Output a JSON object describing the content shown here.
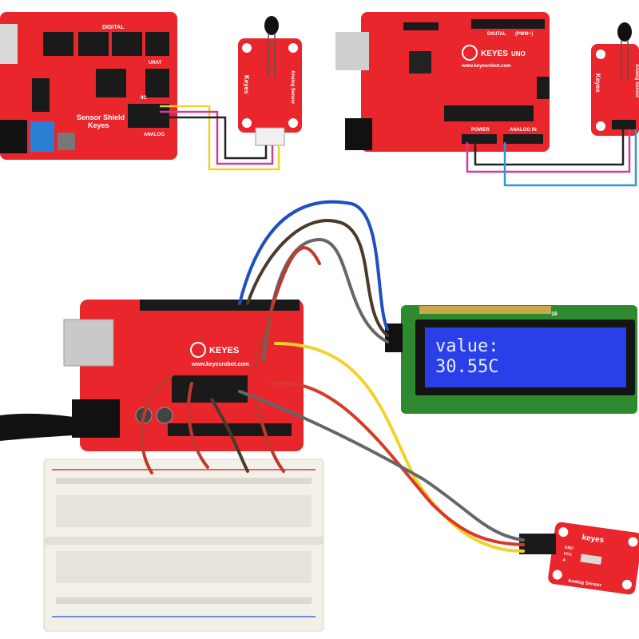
{
  "top_left": {
    "shield_title": "Sensor Shield",
    "shield_brand": "Keyes",
    "digital_label": "DIGITAL",
    "analog_label": "ANALOG",
    "urat_label": "URAT",
    "iic_label": "IIC",
    "sensor_brand": "Keyes",
    "sensor_name": "Analog Sensor"
  },
  "top_right": {
    "board_brand": "KEYES",
    "board_model": "UNO",
    "board_url": "www.keyesrobot.com",
    "digital_label": "DIGITAL",
    "pwm_label": "(PWM~)",
    "power_label": "POWER",
    "analog_in_label": "ANALOG IN",
    "sensor_brand": "Keyes",
    "sensor_name": "Analog Sensor"
  },
  "photo": {
    "board_brand": "KEYES",
    "board_url": "www.keyesrobot.com",
    "lcd_line1": "value:",
    "lcd_line2": "30.55C",
    "lcd_pin_number": "16",
    "sensor_brand": "keyes",
    "sensor_name": "Analog Sensor",
    "sensor_pins": [
      "GND",
      "VCC",
      "A"
    ]
  },
  "colors": {
    "board_red": "#e8262c",
    "lcd_blue": "#2a3fe8",
    "pcb_green": "#2f8a2f",
    "wire_yellow": "#f2d22a",
    "wire_magenta": "#d23a9b",
    "wire_blue": "#2b7fd4",
    "wire_black": "#222222"
  }
}
